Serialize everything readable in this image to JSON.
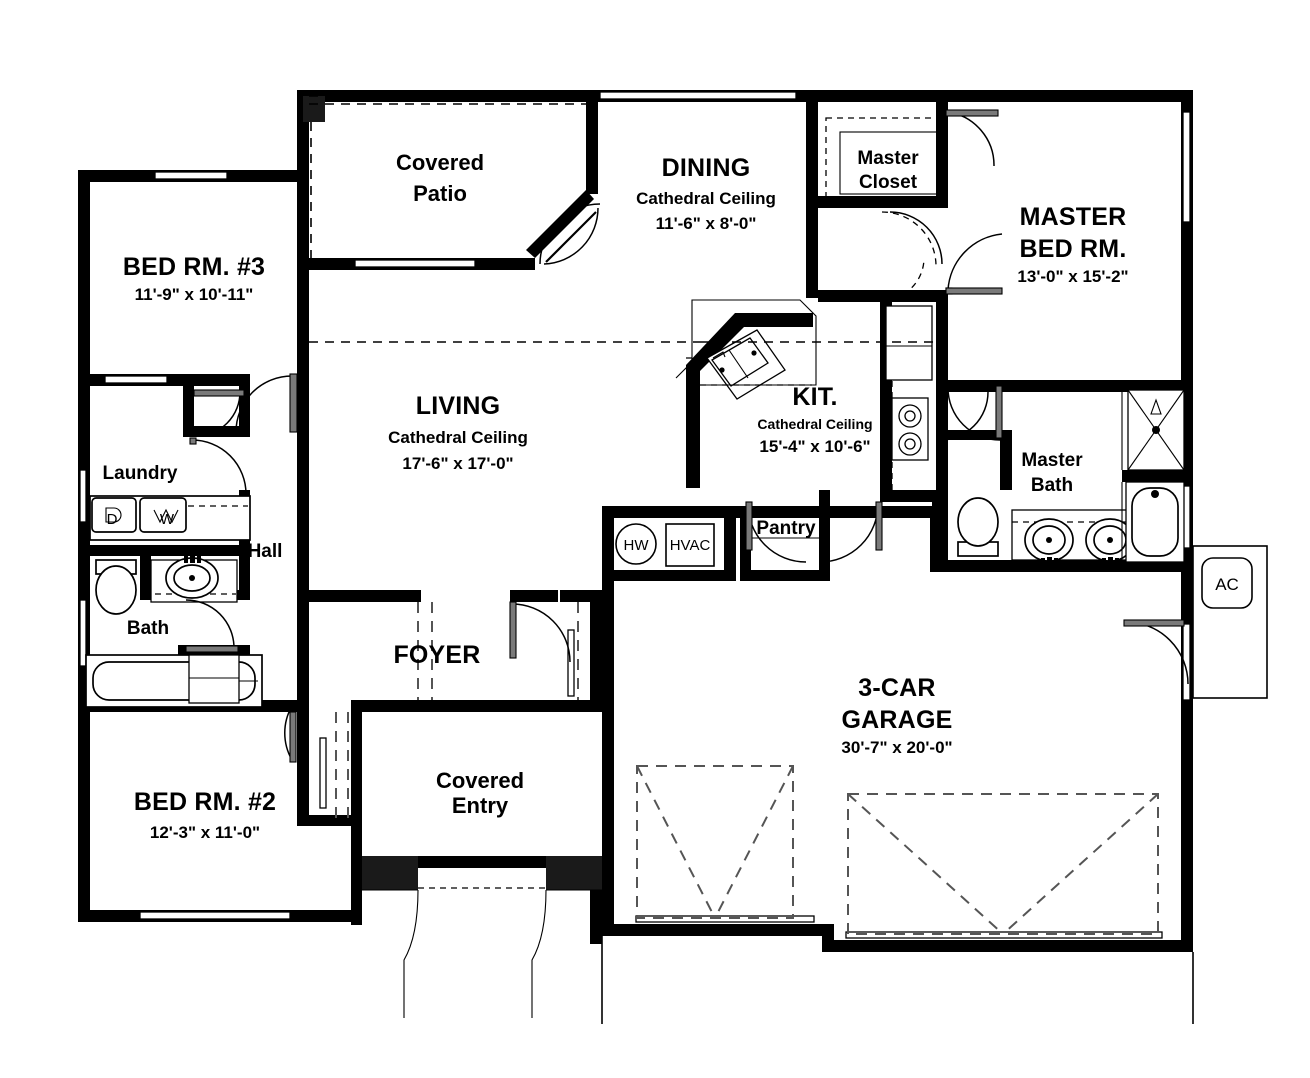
{
  "plan": {
    "title": "Single Story House Floor Plan",
    "background_color": "#ffffff",
    "line_color": "#000000"
  },
  "rooms": [
    {
      "id": "covered_patio",
      "name": "Covered Patio",
      "line1": "Covered",
      "line2": "Patio",
      "ceiling": "",
      "dimensions": ""
    },
    {
      "id": "dining",
      "name": "DINING",
      "line1": "DINING",
      "ceiling": "Cathedral Ceiling",
      "dimensions": "11'-6\" x 8'-0\""
    },
    {
      "id": "master_closet",
      "name": "Master Closet",
      "line1": "Master",
      "line2": "Closet",
      "ceiling": "",
      "dimensions": ""
    },
    {
      "id": "master_bed",
      "name": "MASTER BED RM.",
      "line1": "MASTER",
      "line2": "BED RM.",
      "ceiling": "",
      "dimensions": "13'-0\" x 15'-2\""
    },
    {
      "id": "bed3",
      "name": "BED RM. #3",
      "line1": "BED RM. #3",
      "ceiling": "",
      "dimensions": "11'-9\" x 10'-11\""
    },
    {
      "id": "living",
      "name": "LIVING",
      "line1": "LIVING",
      "ceiling": "Cathedral Ceiling",
      "dimensions": "17'-6\" x 17'-0\""
    },
    {
      "id": "kitchen",
      "name": "KIT.",
      "line1": "KIT.",
      "ceiling": "Cathedral Ceiling",
      "dimensions": "15'-4\" x 10'-6\""
    },
    {
      "id": "master_bath",
      "name": "Master Bath",
      "line1": "Master",
      "line2": "Bath",
      "ceiling": "",
      "dimensions": ""
    },
    {
      "id": "laundry",
      "name": "Laundry",
      "line1": "Laundry",
      "ceiling": "",
      "dimensions": ""
    },
    {
      "id": "hall",
      "name": "Hall",
      "line1": "Hall",
      "ceiling": "",
      "dimensions": ""
    },
    {
      "id": "bath",
      "name": "Bath",
      "line1": "Bath",
      "ceiling": "",
      "dimensions": ""
    },
    {
      "id": "pantry",
      "name": "Pantry",
      "line1": "Pantry",
      "ceiling": "",
      "dimensions": ""
    },
    {
      "id": "foyer",
      "name": "FOYER",
      "line1": "FOYER",
      "ceiling": "",
      "dimensions": ""
    },
    {
      "id": "covered_entry",
      "name": "Covered Entry",
      "line1": "Covered",
      "line2": "Entry",
      "ceiling": "",
      "dimensions": ""
    },
    {
      "id": "bed2",
      "name": "BED RM. #2",
      "line1": "BED RM. #2",
      "ceiling": "",
      "dimensions": "12'-3\" x 11'-0\""
    },
    {
      "id": "garage",
      "name": "3-CAR GARAGE",
      "line1": "3-CAR",
      "line2": "GARAGE",
      "ceiling": "",
      "dimensions": "30'-7\" x 20'-0\""
    }
  ],
  "equipment": [
    {
      "id": "hw",
      "label": "HW",
      "shape": "circle",
      "description": "hot water heater"
    },
    {
      "id": "hvac",
      "label": "HVAC",
      "shape": "rectangle",
      "description": "hvac unit"
    },
    {
      "id": "ac",
      "label": "AC",
      "shape": "rounded-rect",
      "description": "air conditioner condenser pad"
    }
  ],
  "appliances": [
    {
      "id": "dryer",
      "label": "D",
      "description": "dryer"
    },
    {
      "id": "washer",
      "label": "W",
      "description": "washer"
    }
  ],
  "labels": {
    "covered_patio_l1": "Covered",
    "covered_patio_l2": "Patio",
    "dining": "DINING",
    "dining_ceiling": "Cathedral Ceiling",
    "dining_dim": "11'-6\" x 8'-0\"",
    "master_closet_l1": "Master",
    "master_closet_l2": "Closet",
    "master_bed_l1": "MASTER",
    "master_bed_l2": "BED RM.",
    "master_bed_dim": "13'-0\" x 15'-2\"",
    "bed3": "BED RM. #3",
    "bed3_dim": "11'-9\" x 10'-11\"",
    "living": "LIVING",
    "living_ceiling": "Cathedral Ceiling",
    "living_dim": "17'-6\" x 17'-0\"",
    "kitchen": "KIT.",
    "kitchen_ceiling": "Cathedral Ceiling",
    "kitchen_dim": "15'-4\" x 10'-6\"",
    "master_bath_l1": "Master",
    "master_bath_l2": "Bath",
    "laundry": "Laundry",
    "hall": "Hall",
    "bath": "Bath",
    "pantry": "Pantry",
    "foyer": "FOYER",
    "covered_entry_l1": "Covered",
    "covered_entry_l2": "Entry",
    "bed2": "BED RM. #2",
    "bed2_dim": "12'-3\" x 11'-0\"",
    "garage_l1": "3-CAR",
    "garage_l2": "GARAGE",
    "garage_dim": "30'-7\" x 20'-0\"",
    "hw": "HW",
    "hvac": "HVAC",
    "ac": "AC",
    "dryer": "D",
    "washer": "W"
  }
}
